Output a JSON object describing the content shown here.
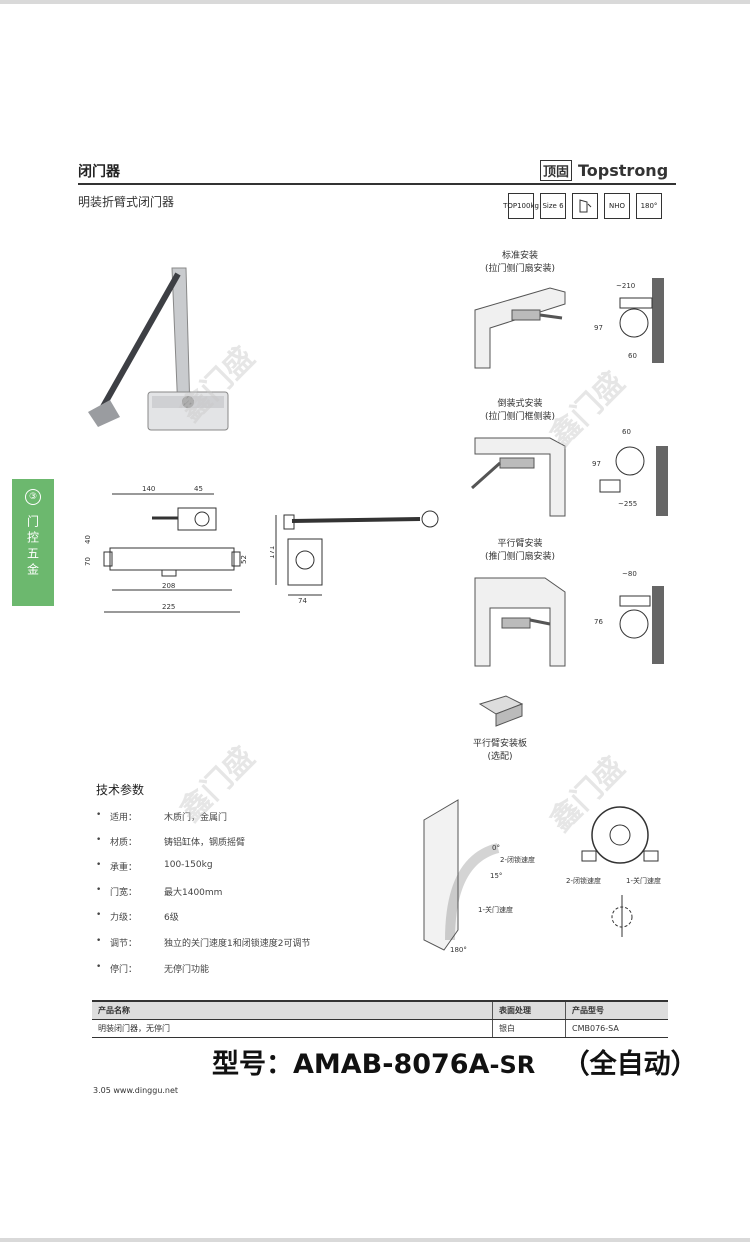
{
  "header": {
    "section": "闭门器",
    "brand_cn": "顶固",
    "brand_en": "Topstrong",
    "subtitle": "明装折臂式闭门器",
    "badges": [
      "TOP100kg",
      "Size 6",
      "",
      "NHO",
      "180°"
    ]
  },
  "side_tab": {
    "number": "③",
    "label": "门控五金"
  },
  "drawing": {
    "dims_top": [
      "140",
      "45"
    ],
    "dims_side": [
      "40",
      "70"
    ],
    "dims_bottom": [
      "208",
      "225"
    ],
    "dims_right": [
      "52"
    ],
    "arm_dims": [
      "171",
      "74"
    ]
  },
  "installations": [
    {
      "title": "标准安装",
      "sub": "(拉门侧门扇安装)",
      "dims": [
        "~210",
        "97",
        "60"
      ]
    },
    {
      "title": "倒装式安装",
      "sub": "(拉门侧门框侧装)",
      "dims": [
        "60",
        "97",
        "~255"
      ]
    },
    {
      "title": "平行臂安装",
      "sub": "(推门侧门扇安装)",
      "dims": [
        "~80",
        "76"
      ]
    }
  ],
  "bracket": {
    "title": "平行臂安装板",
    "sub": "(选配)"
  },
  "specs": {
    "title": "技术参数",
    "rows": [
      {
        "k": "适用：",
        "v": "木质门，金属门"
      },
      {
        "k": "材质：",
        "v": "铸铝缸体，钢质摇臂"
      },
      {
        "k": "承重：",
        "v": "100-150kg"
      },
      {
        "k": "门宽：",
        "v": "最大1400mm"
      },
      {
        "k": "力级：",
        "v": "6级"
      },
      {
        "k": "调节：",
        "v": "独立的关门速度1和闭锁速度2可调节"
      },
      {
        "k": "停门：",
        "v": "无停门功能"
      }
    ]
  },
  "diagram_labels": {
    "angles": [
      "0°",
      "15°",
      "180°"
    ],
    "speed2": "2-闭锁速度",
    "speed1": "1-关门速度",
    "valve2": "2-闭锁速度",
    "valve1": "1-关门速度"
  },
  "table": {
    "headers": [
      "产品名称",
      "表面处理",
      "产品型号"
    ],
    "row": [
      "明装闭门器，无停门",
      "银白",
      "CMB076-SA"
    ]
  },
  "model": {
    "text": "型号：AMAB-8076A",
    "suffix": "-SR",
    "note": "（全自动）"
  },
  "footer": "3.05  www.dinggu.net",
  "watermark": "鑫门盛"
}
